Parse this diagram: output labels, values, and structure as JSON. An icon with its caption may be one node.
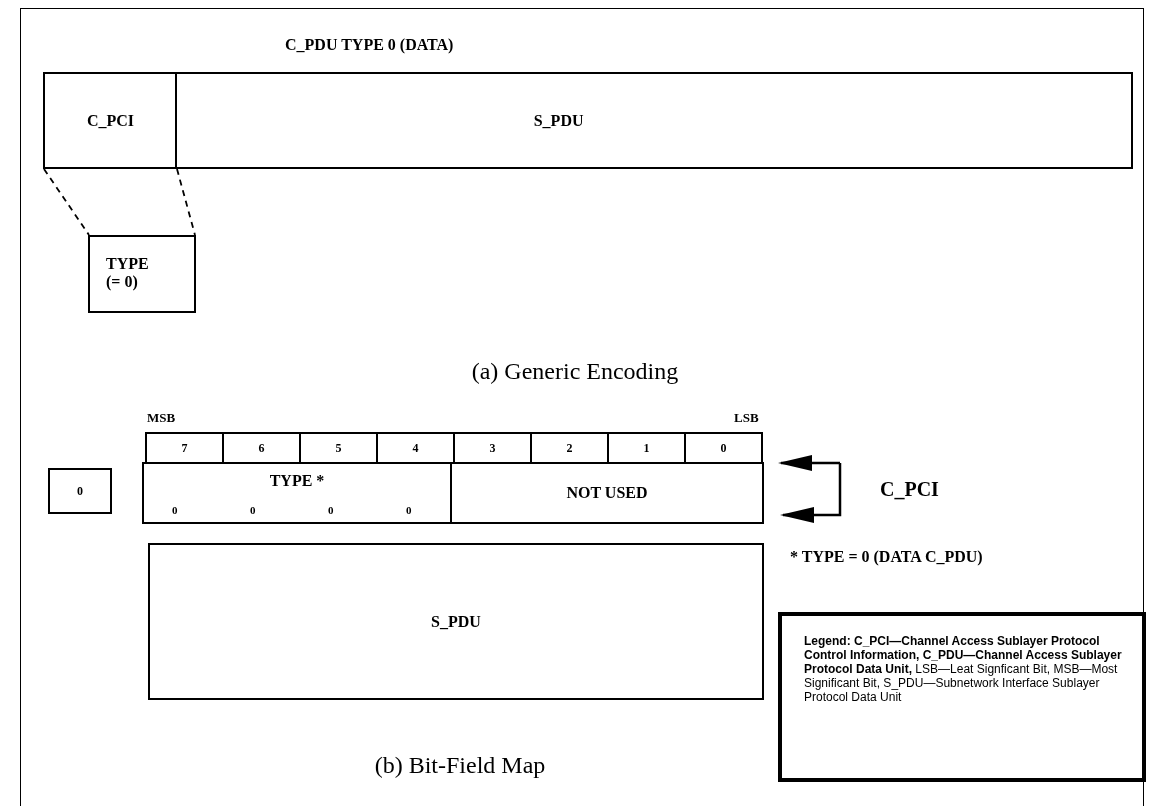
{
  "diagram": {
    "nodes": [
      {
        "text": [
          "C_PCI"
        ]
      },
      {
        "text": [
          "S_PDU"
        ]
      },
      {
        "text": [
          "TYPE (= 0)"
        ]
      },
      {
        "text": [
          "0"
        ]
      },
      {
        "text": [
          "7"
        ]
      },
      {
        "text": [
          "6"
        ]
      },
      {
        "text": [
          "5"
        ]
      },
      {
        "text": [
          "4"
        ]
      },
      {
        "text": [
          "3"
        ]
      },
      {
        "text": [
          "2"
        ]
      },
      {
        "text": [
          "1"
        ]
      },
      {
        "text": [
          "0"
        ]
      },
      {
        "text": [
          "TYPE *",
          "0",
          "0",
          "0",
          "0"
        ]
      },
      {
        "text": [
          "NOT USED"
        ]
      },
      {
        "text": [
          "S_PDU"
        ]
      },
      {
        "text": [
          "**Legend:  C_PCI—Channel Access Sublayer Protocol Control Information, C_PDU—Channel Access Sublayer Protocol Data Unit,** LSB—Leat Signficant Bit, MSB—Most Significant Bit, S_PDU—Subnetwork Interface Sublayer Protocol Data Unit"
        ]
      }
    ],
    "edges": [
      {
        "from": 0,
        "to": 2,
        "arrow": "none",
        "style": "dashed"
      },
      {
        "from": 0,
        "to": 2,
        "arrow": "none",
        "style": "dashed"
      }
    ],
    "labels": [
      "C_PDU TYPE 0 (DATA)",
      "(a) Generic Encoding",
      "MSB",
      "LSB",
      "C_PCI",
      "* TYPE = 0 (DATA C_PDU)",
      "(b) Bit-Field Map"
    ]
  }
}
